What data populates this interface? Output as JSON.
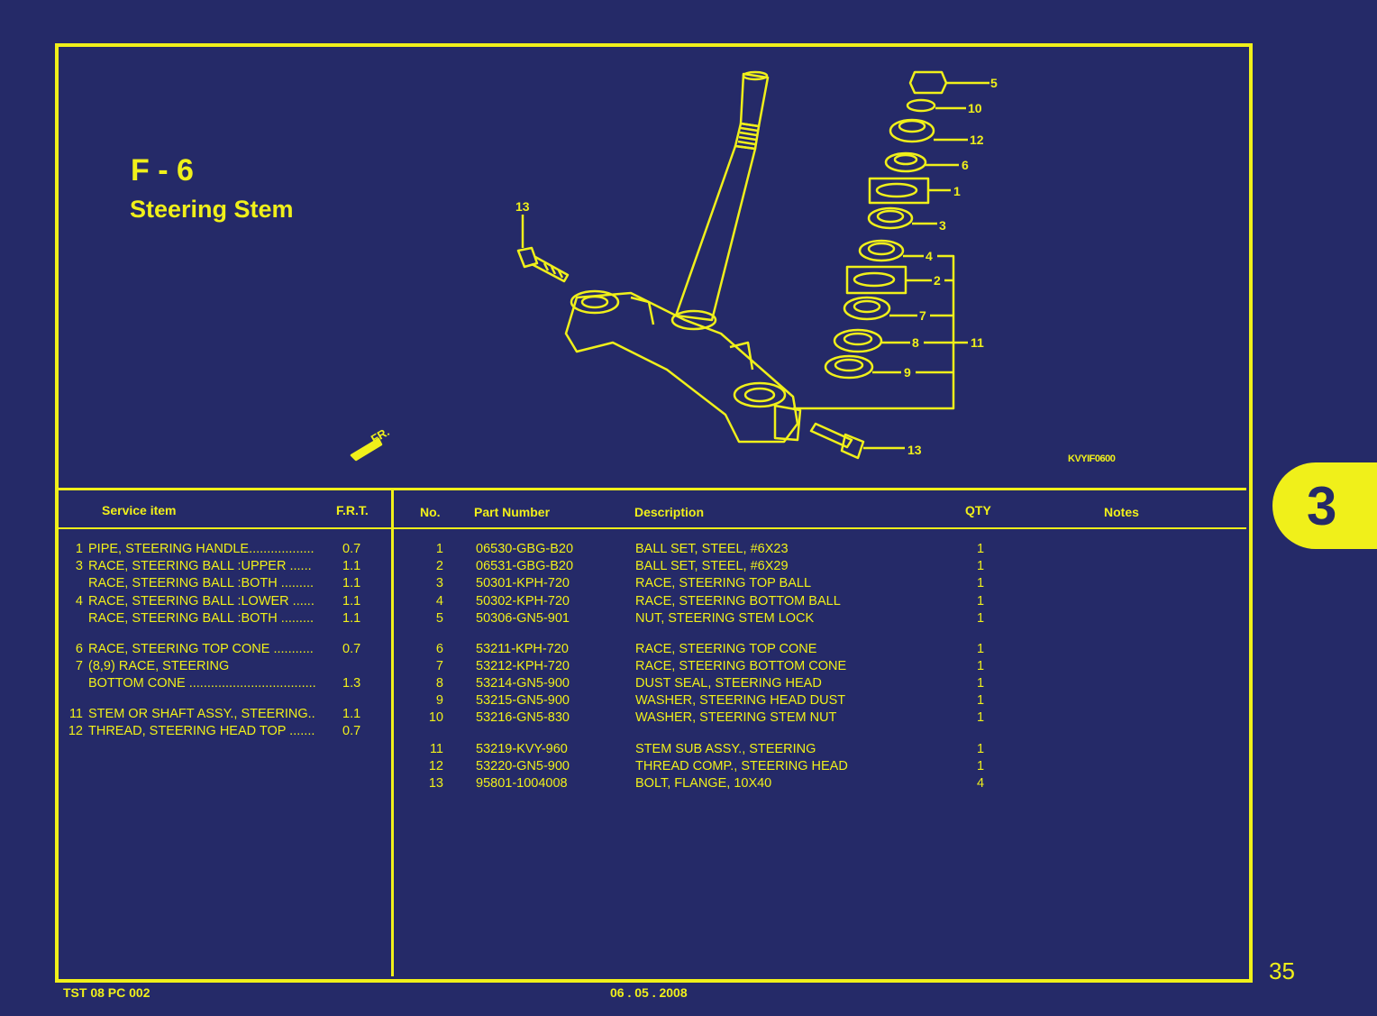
{
  "header": {
    "code": "F - 6",
    "name": "Steering Stem",
    "illustration_code": "KVYIF0600",
    "fr_label": "FR."
  },
  "callouts": [
    "5",
    "10",
    "12",
    "6",
    "1",
    "3",
    "4",
    "2",
    "7",
    "8",
    "9",
    "11",
    "13",
    "13"
  ],
  "service_table": {
    "col_item": "Service item",
    "col_frt": "F.R.T.",
    "rows": [
      {
        "num": "1",
        "desc": "PIPE, STEERING HANDLE..................",
        "frt": "0.7"
      },
      {
        "num": "3",
        "desc": "RACE, STEERING BALL :UPPER ......",
        "frt": "1.1"
      },
      {
        "num": "",
        "desc": "RACE, STEERING BALL :BOTH .........",
        "frt": "1.1"
      },
      {
        "num": "4",
        "desc": "RACE, STEERING BALL :LOWER ......",
        "frt": "1.1"
      },
      {
        "num": "",
        "desc": "RACE, STEERING BALL :BOTH .........",
        "frt": "1.1"
      },
      {
        "num": "6",
        "desc": "RACE, STEERING TOP CONE ...........",
        "frt": "0.7"
      },
      {
        "num": "7",
        "desc": "(8,9) RACE, STEERING",
        "frt": ""
      },
      {
        "num": "",
        "desc": "BOTTOM CONE ...................................",
        "frt": "1.3"
      },
      {
        "num": "11",
        "desc": "STEM OR SHAFT ASSY., STEERING..",
        "frt": "1.1"
      },
      {
        "num": "12",
        "desc": "THREAD, STEERING HEAD TOP .......",
        "frt": "0.7"
      }
    ]
  },
  "parts_table": {
    "col_no": "No.",
    "col_part": "Part Number",
    "col_desc": "Description",
    "col_qty": "QTY",
    "col_notes": "Notes",
    "rows": [
      {
        "no": "1",
        "part": "06530-GBG-B20",
        "desc": "BALL SET, STEEL, #6X23",
        "qty": "1"
      },
      {
        "no": "2",
        "part": "06531-GBG-B20",
        "desc": "BALL SET, STEEL, #6X29",
        "qty": "1"
      },
      {
        "no": "3",
        "part": "50301-KPH-720",
        "desc": "RACE, STEERING TOP BALL",
        "qty": "1"
      },
      {
        "no": "4",
        "part": "50302-KPH-720",
        "desc": "RACE, STEERING BOTTOM BALL",
        "qty": "1"
      },
      {
        "no": "5",
        "part": "50306-GN5-901",
        "desc": "NUT, STEERING STEM LOCK",
        "qty": "1"
      },
      {
        "no": "6",
        "part": "53211-KPH-720",
        "desc": "RACE, STEERING TOP CONE",
        "qty": "1"
      },
      {
        "no": "7",
        "part": "53212-KPH-720",
        "desc": "RACE, STEERING BOTTOM CONE",
        "qty": "1"
      },
      {
        "no": "8",
        "part": "53214-GN5-900",
        "desc": "DUST SEAL, STEERING HEAD",
        "qty": "1"
      },
      {
        "no": "9",
        "part": "53215-GN5-900",
        "desc": "WASHER, STEERING HEAD DUST",
        "qty": "1"
      },
      {
        "no": "10",
        "part": "53216-GN5-830",
        "desc": "WASHER, STEERING STEM NUT",
        "qty": "1"
      },
      {
        "no": "11",
        "part": "53219-KVY-960",
        "desc": "STEM SUB ASSY., STEERING",
        "qty": "1"
      },
      {
        "no": "12",
        "part": "53220-GN5-900",
        "desc": "THREAD COMP., STEERING HEAD",
        "qty": "1"
      },
      {
        "no": "13",
        "part": "95801-1004008",
        "desc": "BOLT, FLANGE, 10X40",
        "qty": "4"
      }
    ]
  },
  "side_tab": "3",
  "page_number": "35",
  "footer": {
    "doc_code": "TST 08 PC 002",
    "date": "06 . 05 . 2008"
  },
  "colors": {
    "background": "#252a68",
    "accent": "#f0f01a"
  }
}
